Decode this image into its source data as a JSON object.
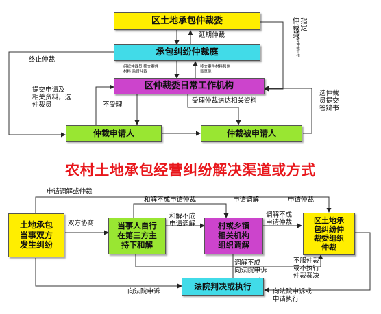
{
  "top": {
    "district_committee": "区土地承包仲裁委",
    "court": "承包纠纷仲裁庭",
    "office": "区仲裁委日常工作机构",
    "applicant": "仲裁申请人",
    "respondent": "仲裁被申请人",
    "labels": {
      "extend": "延期仲裁",
      "terminate": "终止仲裁",
      "submit": "提交申请及\n相关资料，选\n仲裁员",
      "not_accept": "不受理",
      "accept": "受理仲裁送达相关资料",
      "choose": "选仲裁\n员提交\n答辩书",
      "designate": "指定\n仲裁员",
      "small_left": "组织仲裁员 移交案件\n材料 监督仲裁",
      "small_right": "移交案件材料和仲\n裁意见",
      "small_vertical": "检查监督仲裁工作"
    }
  },
  "title": "农村土地承包经营纠纷解决渠道或方式",
  "bottom": {
    "dispute": "土地承包\n当事双方\n发生纠纷",
    "settle": "当事人自行\n在第三方主\n持下和解",
    "mediate": "村或乡镇\n相关机构\n组织调解",
    "arbitrate": "区土地承\n包纠纷仲\n裁委组织\n仲裁",
    "court": "法院判决或执行",
    "labels": {
      "apply_mediate_arb": "申请调解或仲裁",
      "no_settle_apply": "和解不成申请仲裁",
      "apply_mediate": "申请调解",
      "apply_arb": "申请仲裁",
      "negotiate": "双方协商",
      "no_settle_mediate": "和解不成\n申请调解",
      "mediate_fail_arb": "调解不成\n申请仲裁",
      "mediate_fail_court": "调解不成\n向法院申诉",
      "appeal_court": "向法院申诉",
      "refuse": "不服仲裁\n或不执行\n仲裁裁决",
      "appeal_exec": "向法院申诉或\n申请执行"
    }
  }
}
